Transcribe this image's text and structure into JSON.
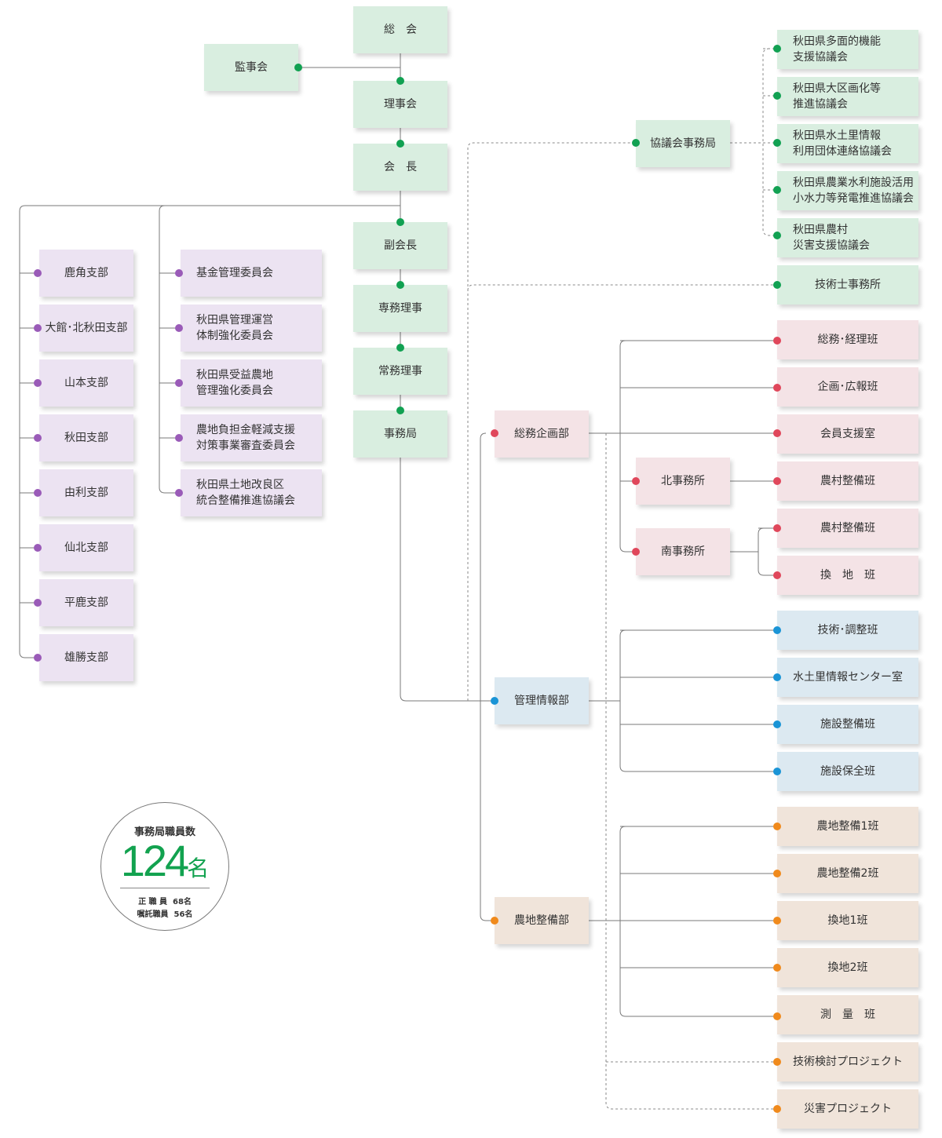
{
  "colors": {
    "green_box": "#d9eee0",
    "purple_box": "#ece3f2",
    "pink_box": "#f4e3e6",
    "blue_box": "#dce9f1",
    "beige_box": "#f0e4da",
    "green_dot": "#11a152",
    "purple_dot": "#9a5bb8",
    "pink_dot": "#e0475b",
    "blue_dot": "#1a94d6",
    "orange_dot": "#f08a1c"
  },
  "core": {
    "general_assembly": "総　会",
    "auditors": "監事会",
    "board": "理事会",
    "chairman": "会　長",
    "vice_chairman": "副会長",
    "senior_director": "専務理事",
    "managing_director": "常務理事",
    "secretariat": "事務局"
  },
  "branches": [
    "鹿角支部",
    "大館･北秋田支部",
    "山本支部",
    "秋田支部",
    "由利支部",
    "仙北支部",
    "平鹿支部",
    "雄勝支部"
  ],
  "committees": [
    "基金管理委員会",
    "秋田県管理運営\n体制強化委員会",
    "秋田県受益農地\n管理強化委員会",
    "農地負担金軽減支援\n対策事業審査委員会",
    "秋田県土地改良区\n統合整備推進協議会"
  ],
  "council_office": {
    "label": "協議会事務局",
    "councils": [
      "秋田県多面的機能\n支援協議会",
      "秋田県大区画化等\n推進協議会",
      "秋田県水土里情報\n利用団体連絡協議会",
      "秋田県農業水利施設活用\n小水力等発電推進協議会",
      "秋田県農村\n災害支援協議会"
    ]
  },
  "engineer_office": "技術士事務所",
  "general_planning": {
    "label": "総務企画部",
    "units": [
      "総務･経理班",
      "企画･広報班",
      "会員支援室"
    ],
    "north_office": {
      "label": "北事務所",
      "units": [
        "農村整備班"
      ]
    },
    "south_office": {
      "label": "南事務所",
      "units": [
        "農村整備班",
        "換　地　班"
      ]
    }
  },
  "management_info": {
    "label": "管理情報部",
    "units": [
      "技術･調整班",
      "水土里情報センター室",
      "施設整備班",
      "施設保全班"
    ]
  },
  "farmland": {
    "label": "農地整備部",
    "units": [
      "農地整備1班",
      "農地整備2班",
      "換地1班",
      "換地2班",
      "測　量　班"
    ]
  },
  "projects": [
    "技術検討プロジェクト",
    "災害プロジェクト"
  ],
  "staff": {
    "title": "事務局職員数",
    "total": "124",
    "unit": "名",
    "rows": [
      {
        "label": "正 職 員",
        "value": "68名"
      },
      {
        "label": "嘱託職員",
        "value": "56名"
      }
    ]
  }
}
